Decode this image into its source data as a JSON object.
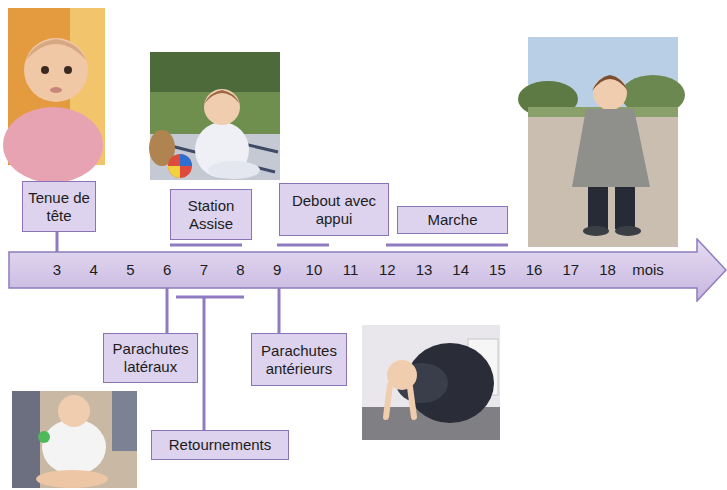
{
  "diagram": {
    "nodes": [
      {
        "text": [
          "Tenue de tête"
        ]
      },
      {
        "text": [
          "Station Assise"
        ]
      },
      {
        "text": [
          "Debout avec appui"
        ]
      },
      {
        "text": [
          "Marche"
        ]
      },
      {
        "text": [
          "3",
          "4",
          "5",
          "6",
          "7",
          "8",
          "9",
          "10",
          "11",
          "12",
          "13",
          "14",
          "15",
          "16",
          "17",
          "18",
          "mois"
        ]
      },
      {
        "text": [
          "Parachutes latéraux"
        ]
      },
      {
        "text": [
          "Parachutes antérieurs"
        ]
      },
      {
        "text": [
          "Retournements"
        ]
      }
    ],
    "edges": [
      {
        "from": 0,
        "to": 4,
        "arrow": "none"
      },
      {
        "from": 5,
        "to": 4,
        "arrow": "none"
      },
      {
        "from": 6,
        "to": 4,
        "arrow": "none"
      }
    ]
  }
}
